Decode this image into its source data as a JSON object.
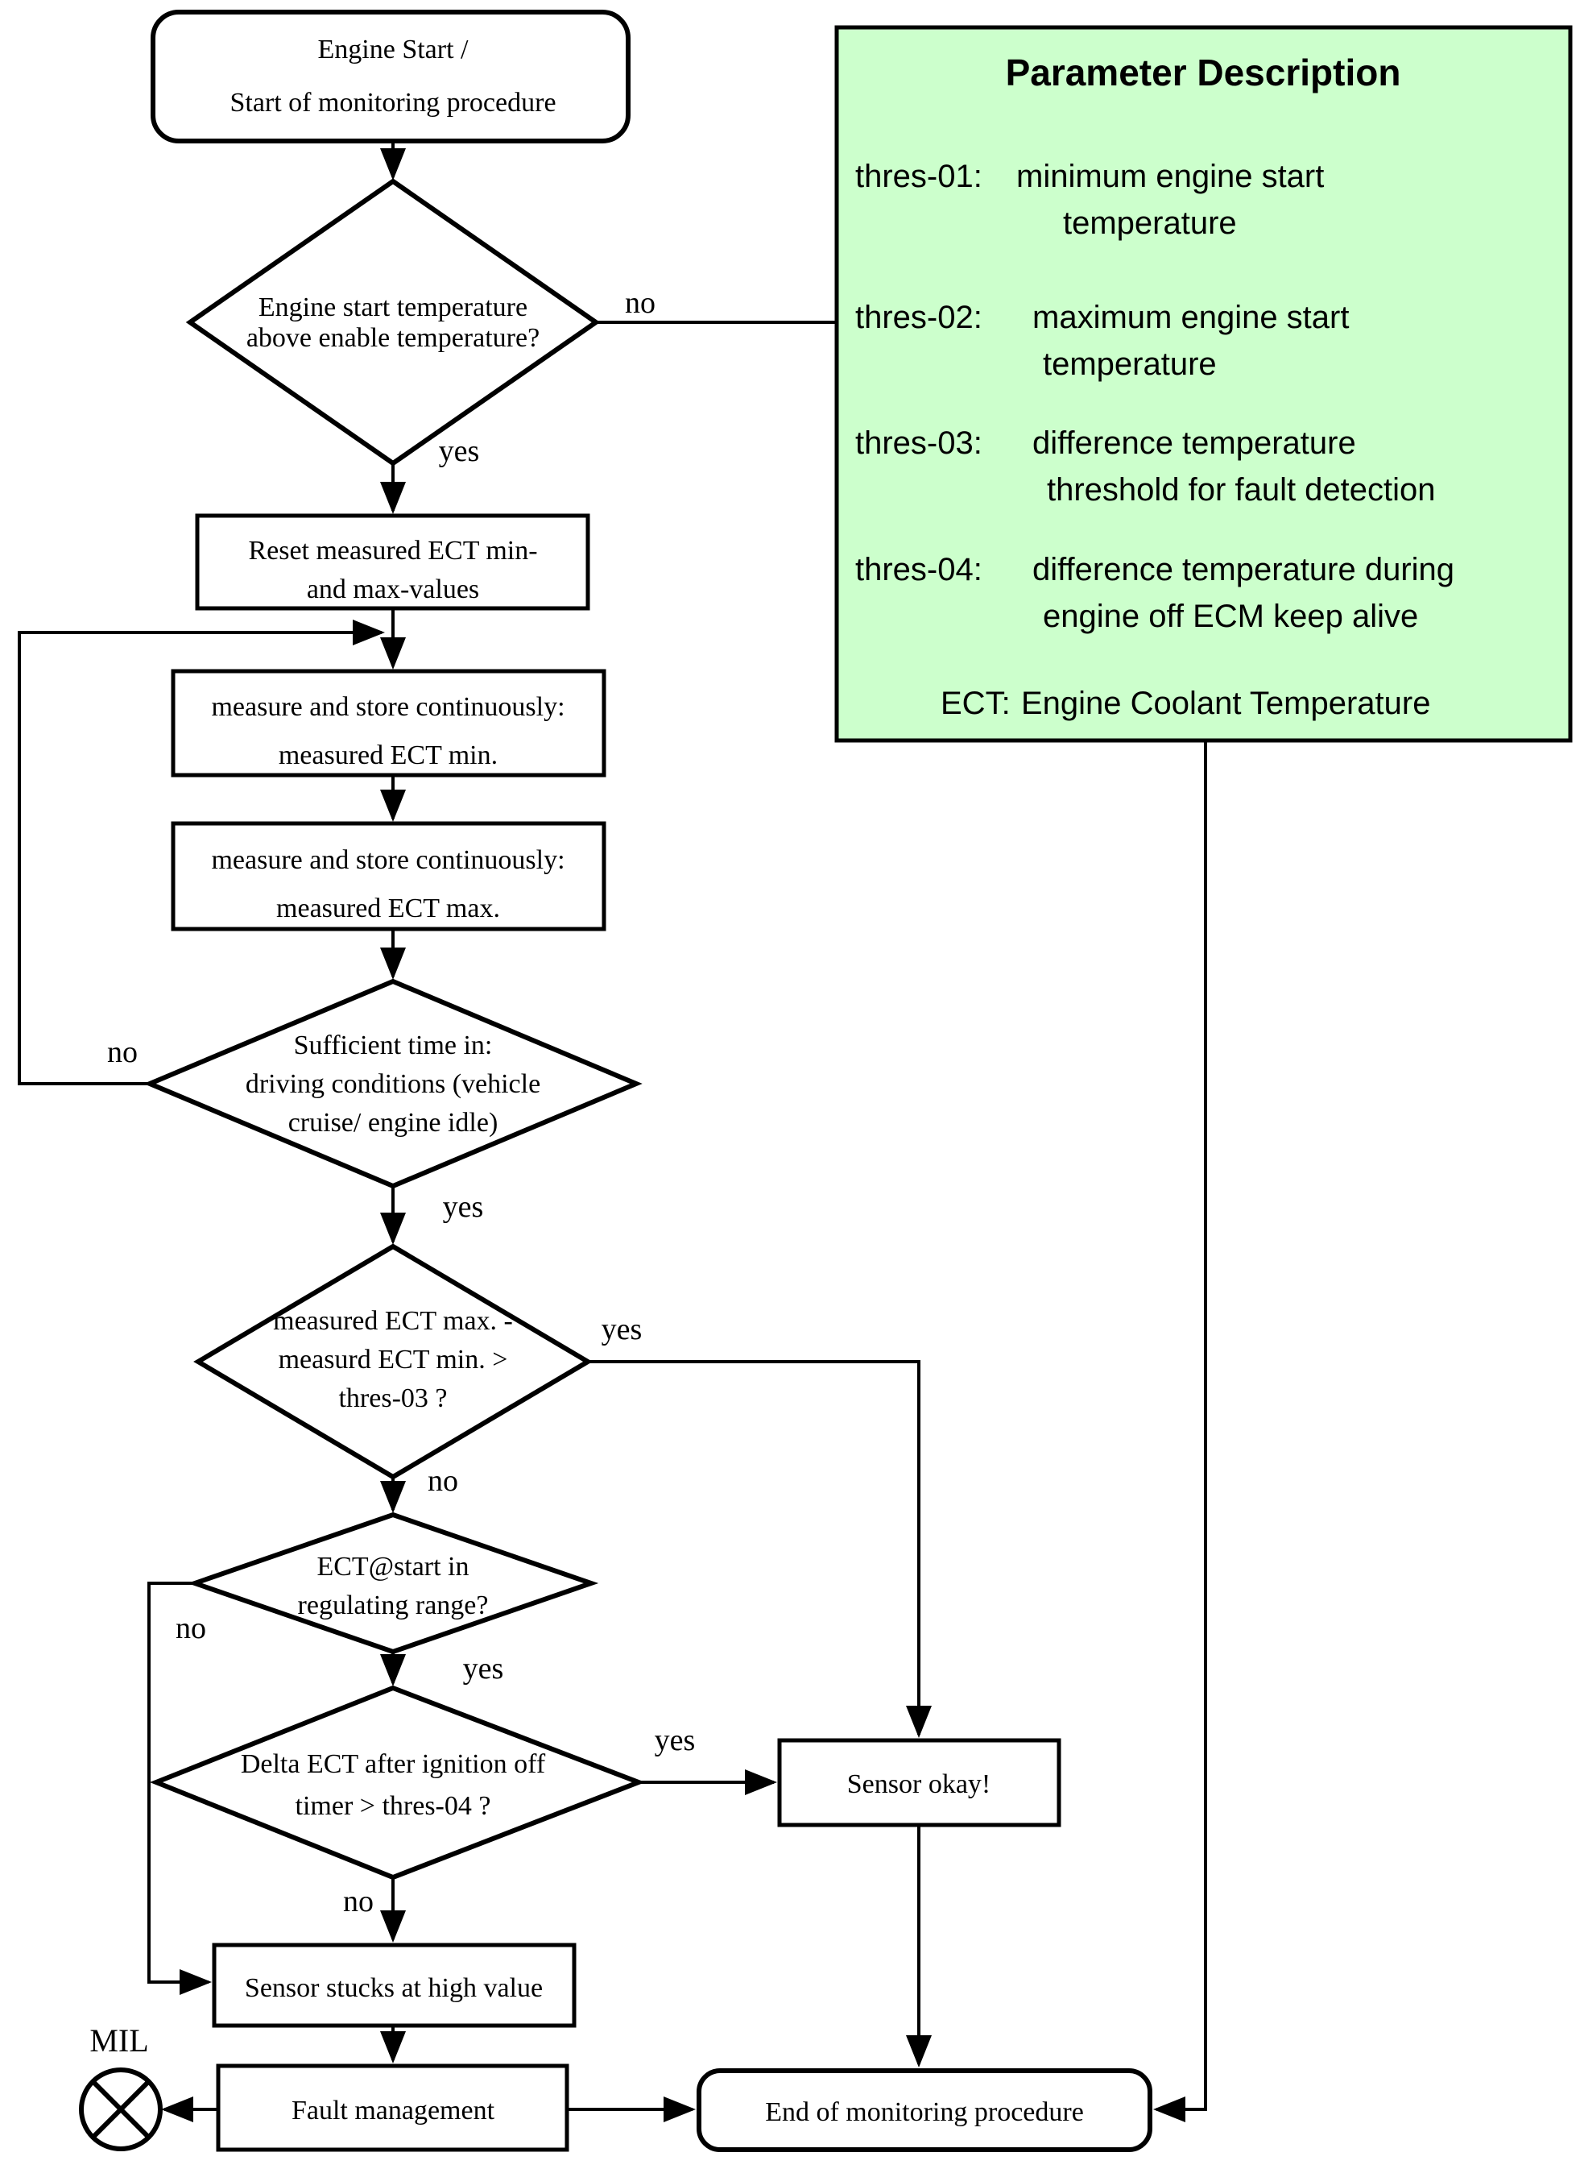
{
  "colors": {
    "stroke": "#000000",
    "panel_fill": "#ccffcc",
    "shape_fill": "#ffffff",
    "text": "#000000"
  },
  "nodes": {
    "start": {
      "line1": "Engine Start /",
      "line2": "Start of monitoring procedure"
    },
    "decision_enable": {
      "line1": "Engine start temperature",
      "line2": "above enable temperature?"
    },
    "reset": {
      "line1": "Reset measured ECT min-",
      "line2": "and max-values"
    },
    "measure_min": {
      "line1": "measure and store continuously:",
      "line2": "measured ECT min."
    },
    "measure_max": {
      "line1": "measure and store continuously:",
      "line2": "measured ECT max."
    },
    "decision_time": {
      "line1": "Sufficient time in:",
      "line2": "driving conditions (vehicle",
      "line3": "cruise/ engine idle)"
    },
    "decision_thres03": {
      "line1": "measured  ECT max. -",
      "line2": "measurd ECT min. >",
      "line3": "thres-03 ?"
    },
    "decision_range": {
      "line1": "ECT@start in",
      "line2": "regulating range?"
    },
    "decision_thres04": {
      "line1": "Delta ECT after ignition off",
      "line2": "timer > thres-04 ?"
    },
    "sensor_okay": {
      "line1": "Sensor okay!"
    },
    "sensor_stuck": {
      "line1": "Sensor stucks at high value"
    },
    "fault": {
      "line1": "Fault management"
    },
    "end": {
      "line1": "End of monitoring procedure"
    }
  },
  "edge_labels": {
    "d1_no": "no",
    "d1_yes": "yes",
    "d2_no": "no",
    "d2_yes": "yes",
    "d3_yes": "yes",
    "d3_no": "no",
    "d4_no": "no",
    "d4_yes": "yes",
    "d5_yes": "yes",
    "d5_no": "no"
  },
  "mil_label": "MIL",
  "panel": {
    "title": "Parameter Description",
    "entries": [
      {
        "term": "thres-01:",
        "desc1": "minimum engine start",
        "desc2": "temperature"
      },
      {
        "term": "thres-02:",
        "desc1": "maximum engine start",
        "desc2": "temperature"
      },
      {
        "term": "thres-03:",
        "desc1": "difference temperature",
        "desc2": "threshold for fault detection"
      },
      {
        "term": "thres-04:",
        "desc1": "difference temperature during",
        "desc2": "engine off ECM keep alive"
      },
      {
        "term": "ECT:",
        "desc1": "Engine Coolant Temperature"
      }
    ]
  }
}
